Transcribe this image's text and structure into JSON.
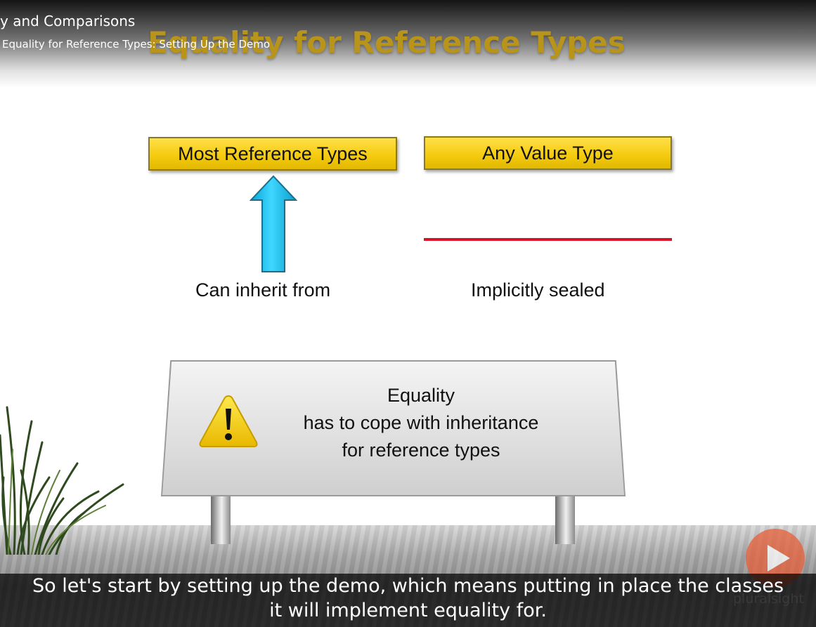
{
  "overlay": {
    "course_title": "y and Comparisons",
    "clip_title": "Equality for Reference Types: Setting Up the Demo"
  },
  "slide": {
    "title": "Equality for Reference Types",
    "left_box": "Most Reference Types",
    "right_box": "Any Value Type",
    "left_caption": "Can inherit from",
    "right_caption": "Implicitly sealed",
    "sign_lines": [
      "Equality",
      "has to cope with inheritance",
      "for reference types"
    ]
  },
  "player": {
    "watermark": "pluralsight",
    "play_icon": "play-icon"
  },
  "subtitle": {
    "lines": [
      "So let's start by setting up the demo, which means putting in place the classes",
      "it will implement equality for."
    ]
  },
  "colors": {
    "box_yellow": "#f5cc10",
    "arrow_cyan": "#19c3ee",
    "sealed_red": "#d9142a",
    "title_gold": "#b8941a",
    "play_orange": "#e8603a"
  }
}
